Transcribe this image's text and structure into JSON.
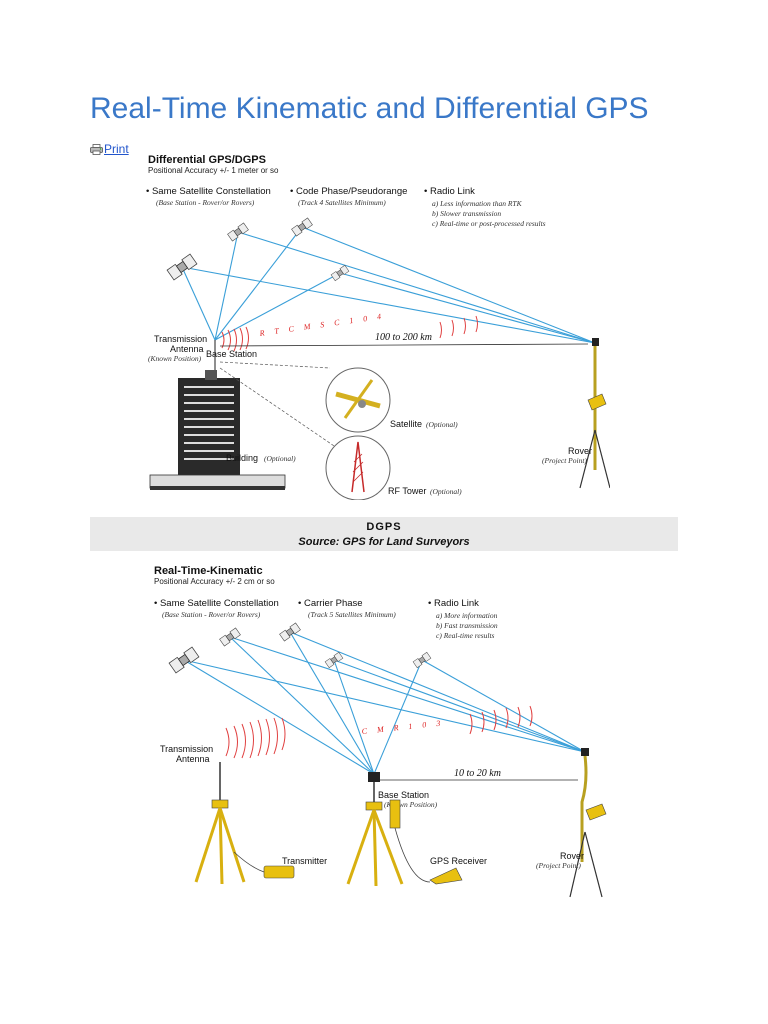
{
  "page": {
    "title": "Real-Time Kinematic and Differential GPS",
    "print_label": "Print"
  },
  "dgps": {
    "heading": "Differential GPS/DGPS",
    "accuracy": "Positional Accuracy +/- 1 meter or so",
    "bullets": [
      {
        "title": "• Same Satellite Constellation",
        "notes": [
          "(Base Station - Rover/or Rovers)"
        ]
      },
      {
        "title": "• Code Phase/Pseudorange",
        "notes": [
          "(Track 4 Satellites Minimum)"
        ]
      },
      {
        "title": "• Radio Link",
        "notes": [
          "a)  Less information than RTK",
          "b)  Slower transmission",
          "c)  Real-time or post-processed results"
        ]
      }
    ],
    "transmission_antenna": [
      "Transmission",
      "Antenna"
    ],
    "known_position": "(Known Position)",
    "base_station": "Base Station",
    "rtcm": "R T C M   S C 1 0 4",
    "distance": "100 to 200 km",
    "satellite": "Satellite",
    "satellite_opt": "(Optional)",
    "rf_tower": "RF Tower",
    "rf_tower_opt": "(Optional)",
    "building": "Building",
    "building_opt": "(Optional)",
    "rover": "Rover",
    "project_point": "(Project Point)"
  },
  "caption": {
    "line1": "DGPS",
    "line2": "Source: GPS for Land Surveyors"
  },
  "rtk": {
    "heading": "Real-Time-Kinematic",
    "accuracy": "Positional Accuracy +/- 2 cm or so",
    "bullets": [
      {
        "title": "• Same Satellite Constellation",
        "notes": [
          "(Base Station - Rover/or Rovers)"
        ]
      },
      {
        "title": "• Carrier Phase",
        "notes": [
          "(Track 5 Satellites Minimum)"
        ]
      },
      {
        "title": "• Radio Link",
        "notes": [
          "a)  More information",
          "b)  Fast transmission",
          "c)  Real-time results"
        ]
      }
    ],
    "transmission_antenna": [
      "Transmission",
      "Antenna"
    ],
    "cmr": "C M R   1 0 3",
    "distance": "10 to 20 km",
    "base_station": "Base Station",
    "known_position": "(Known Position)",
    "transmitter": "Transmitter",
    "gps_receiver": "GPS Receiver",
    "rover": "Rover",
    "project_point": "(Project Point)"
  }
}
